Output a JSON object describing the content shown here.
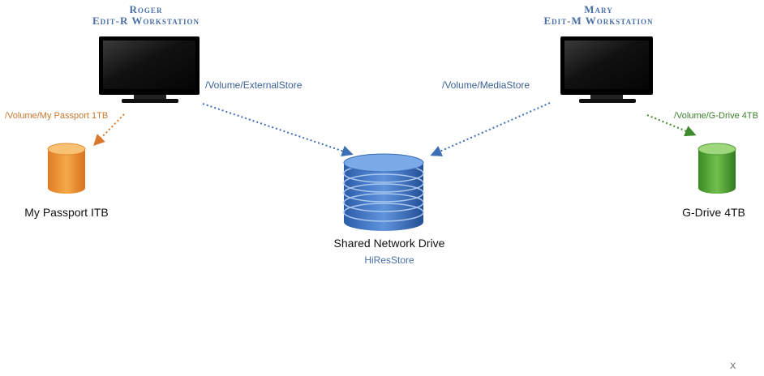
{
  "roger": {
    "name": "Roger",
    "workstation": "Edit-R Workstation",
    "path": "/Volume/ExternalStore"
  },
  "mary": {
    "name": "Mary",
    "workstation": "Edit-M Workstation",
    "path": "/Volume/MediaStore"
  },
  "passport": {
    "path": "/Volume/My Passport 1TB",
    "label": "My Passport ITB",
    "color": "#e8902e"
  },
  "gdrive": {
    "path": "/Volume/G-Drive 4TB",
    "label": "G-Drive 4TB",
    "color": "#4a9a35"
  },
  "shared": {
    "label": "Shared Network Drive",
    "sublabel": "HiResStore",
    "color": "#3d72c4"
  },
  "corner": {
    "close": "X"
  }
}
